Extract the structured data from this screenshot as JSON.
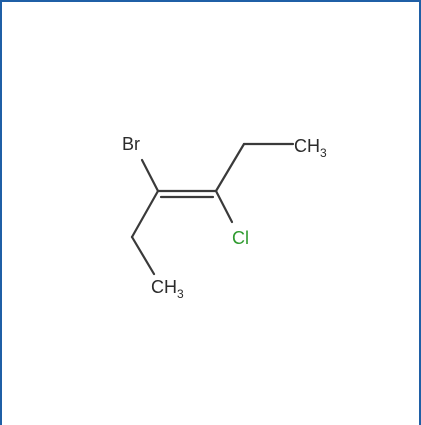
{
  "diagram": {
    "atoms": {
      "br": {
        "label": "Br",
        "color": "#3a3a3a"
      },
      "cl": {
        "label": "Cl",
        "color": "#2e9a2e"
      },
      "ch3_top": {
        "label": "CH",
        "subscript": "3",
        "color": "#2b2b2b"
      },
      "ch3_bottom": {
        "label": "CH",
        "subscript": "3",
        "color": "#2b2b2b"
      }
    },
    "bond_color": "#3a3a3a",
    "frame_color": "#1f5fa6"
  }
}
